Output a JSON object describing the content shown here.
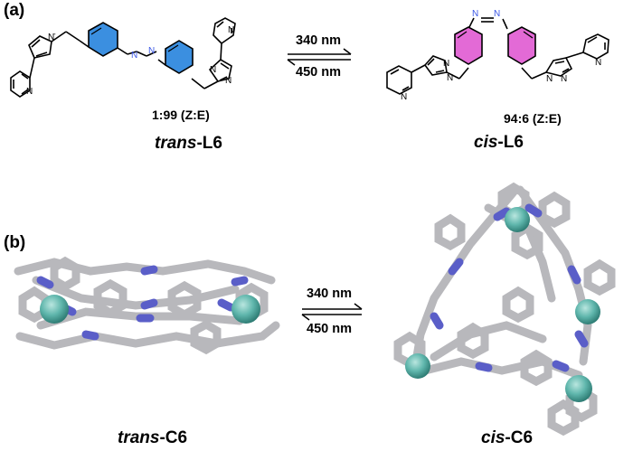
{
  "panel_a": {
    "label": "(a)",
    "forward_wavelength": "340 nm",
    "reverse_wavelength": "450 nm",
    "trans": {
      "ratio": "1:99 (Z:E)",
      "name_italic": "trans",
      "name_suffix": "-L6"
    },
    "cis": {
      "ratio": "94:6 (Z:E)",
      "name_italic": "cis",
      "name_suffix": "-L6"
    }
  },
  "panel_b": {
    "label": "(b)",
    "forward_wavelength": "340 nm",
    "reverse_wavelength": "450 nm",
    "trans": {
      "name_italic": "trans",
      "name_suffix": "-C6"
    },
    "cis": {
      "name_italic": "cis",
      "name_suffix": "-C6"
    }
  },
  "colors": {
    "trans_azo_rings": "#3b8fe0",
    "cis_azo_rings": "#e36ad6",
    "azo_nitrogen": "#3b57e6",
    "stick_carbon": "#b8b8bc",
    "stick_nitrogen": "#5a5ec8",
    "metal_center": "#5fb6ac"
  }
}
